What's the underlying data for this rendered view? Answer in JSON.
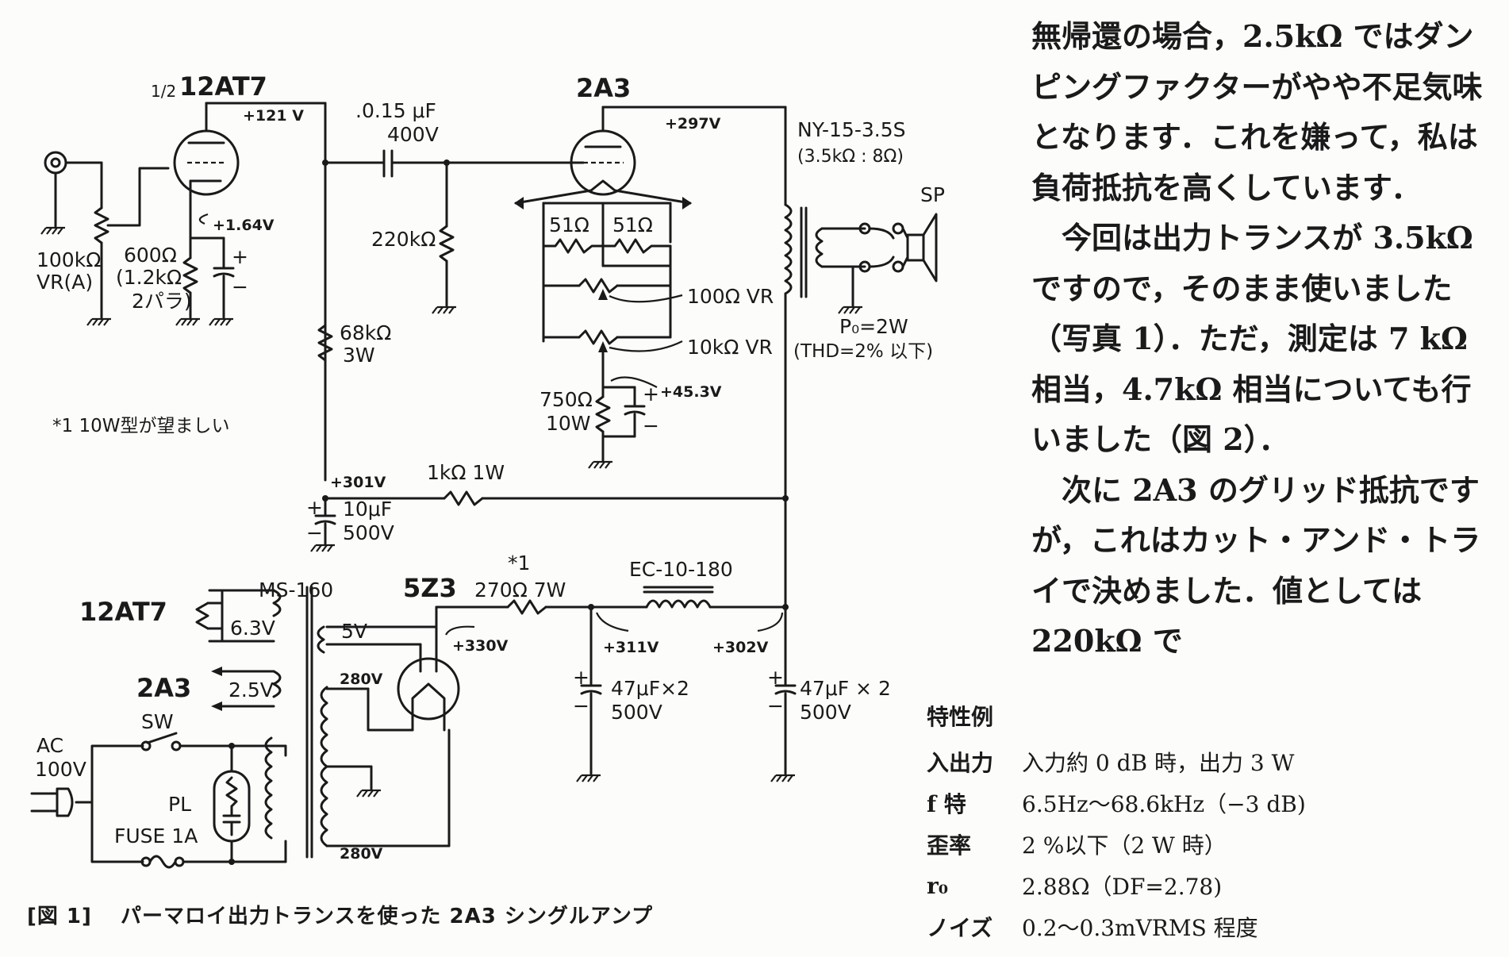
{
  "schematic": {
    "labels": {
      "half": "1/2",
      "tube_12at7": "12AT7",
      "v121": "+121 V",
      "cap015_a": ".0.15 μF",
      "cap015_b": "400V",
      "tube_2a3": "2A3",
      "v297": "+297V",
      "trans_out": "NY-15-3.5S",
      "trans_out_sub": "(3.5kΩ : 8Ω)",
      "sp": "SP",
      "v164": "+1.64V",
      "r220k": "220kΩ",
      "r51a": "51Ω",
      "r51b": "51Ω",
      "vr_a": "100kΩ",
      "vr_b": "VR(A)",
      "rk_a": "600Ω",
      "rk_b": "(1.2kΩ",
      "rk_c": "2パラ)",
      "vr100": "100Ω VR",
      "vr10k": "10kΩ VR",
      "po": "P₀=2W",
      "thd": "(THD=2% 以下)",
      "r68k_a": "68kΩ",
      "r68k_b": "3W",
      "v453": "+45.3V",
      "r750_a": "750Ω",
      "r750_b": "10W",
      "note1": "*1  10W型が望ましい",
      "v301": "+301V",
      "r1k": "1kΩ 1W",
      "c10_a": "10μF",
      "c10_b": "500V",
      "ast1": "*1",
      "ms160": "MS-160",
      "t5z3": "5Z3",
      "r270": "270Ω 7W",
      "ec": "EC-10-180",
      "h_12at7": "12AT7",
      "v63": "6.3V",
      "v5": "5V",
      "v330": "+330V",
      "v311": "+311V",
      "v302": "+302V",
      "h_2a3": "2A3",
      "v25": "2.5V",
      "v280a": "280V",
      "c47a_a": "47μF×2",
      "c47a_b": "500V",
      "c47b_a": "47μF × 2",
      "c47b_b": "500V",
      "sw": "SW",
      "ac_a": "AC",
      "ac_b": "100V",
      "pl": "PL",
      "fuse": "FUSE 1A",
      "v280b": "280V"
    }
  },
  "caption": {
    "fig": "[図 1]",
    "text": "パーマロイ出力トランスを使った 2A3 シングルアンプ"
  },
  "prose": [
    "無帰還の場合，2.5kΩ ではダンピングファクターがやや不足気味となります．これを嫌って，私は負荷抵抗を高くしています．",
    "今回は出力トランスが 3.5kΩ ですので，そのまま使いました（写真 1）．ただ，測定は 7 kΩ 相当，4.7kΩ 相当についても行いました（図 2）．",
    "次に 2A3 のグリッド抵抗ですが，これはカット・アンド・トライで決めました．値としては 220kΩ で"
  ],
  "specs": {
    "title": "特性例",
    "rows": [
      {
        "k": "入出力",
        "v": "入力約 0 dB 時，出力 3 W"
      },
      {
        "k": "f 特",
        "v": "6.5Hz～68.6kHz（−3 dB)"
      },
      {
        "k": "歪率",
        "v": "2 %以下（2 W 時）"
      },
      {
        "k": "r₀",
        "v": "2.88Ω（DF=2.78)"
      },
      {
        "k": "ノイズ",
        "v": "0.2～0.3mVRMS 程度"
      }
    ]
  }
}
